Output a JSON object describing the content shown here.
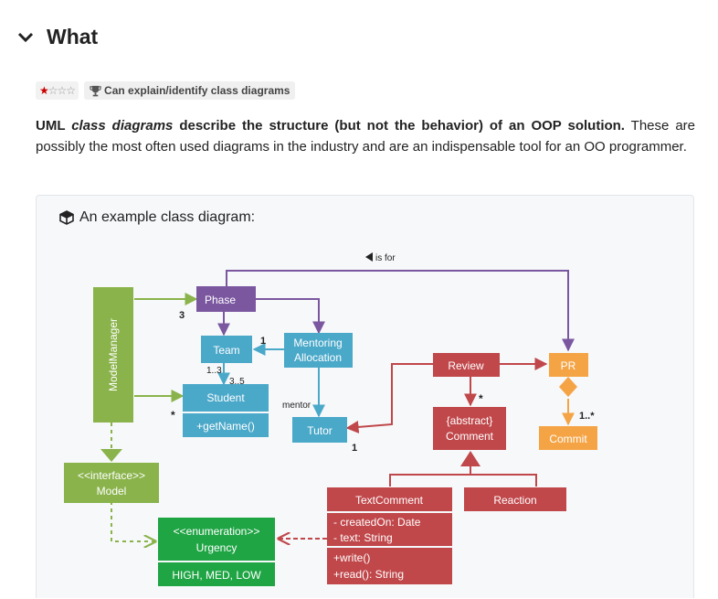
{
  "section": {
    "title": "What",
    "toggle_icon": "chevron-down-icon"
  },
  "meta": {
    "stars_filled": "★",
    "stars_empty": "☆☆☆",
    "badge_text": "Can explain/identify class diagrams",
    "badge_icon": "trophy-icon"
  },
  "paragraph": {
    "part1": "UML ",
    "part2": "class diagrams",
    "part3": " describe the structure (but not the behavior) of an OOP solution.",
    "part4": " These are possibly the most often used diagrams in the industry and are an indispensable tool for an OO programmer."
  },
  "panel": {
    "caption": "An example class diagram:",
    "caption_icon": "cube-icon"
  },
  "diagram": {
    "colors": {
      "purple": "#7b57a0",
      "blue": "#4aa8c9",
      "green": "#8ab34b",
      "bright_green": "#20a545",
      "red": "#c0474a",
      "orange": "#f5a445"
    },
    "classes": {
      "model_manager": "ModelManager",
      "phase": "Phase",
      "team": "Team",
      "mentoring1": "Mentoring",
      "mentoring2": "Allocation",
      "student": "Student",
      "student_method": "+getName()",
      "tutor": "Tutor",
      "review": "Review",
      "pr": "PR",
      "commit": "Commit",
      "comment1": "{abstract}",
      "comment2": "Comment",
      "model1": "<<interface>>",
      "model2": "Model",
      "urgency1": "<<enumeration>>",
      "urgency2": "Urgency",
      "urgency_values": "HIGH, MED, LOW",
      "textcomment": "TextComment",
      "tc_attr1": "- createdOn: Date",
      "tc_attr2": "- text: String",
      "tc_op1": "+write()",
      "tc_op2": "+read(): String",
      "reaction": "Reaction"
    },
    "labels": {
      "is_for": "is for",
      "mult_3": "3",
      "mult_1_team": "1",
      "mult_1_3": "1..3",
      "mult_3_5": "3..5",
      "mult_star_student": "*",
      "mentor": "mentor",
      "mult_1_tutor": "1",
      "mult_star_comment": "*",
      "mult_1_star": "1..*"
    }
  }
}
